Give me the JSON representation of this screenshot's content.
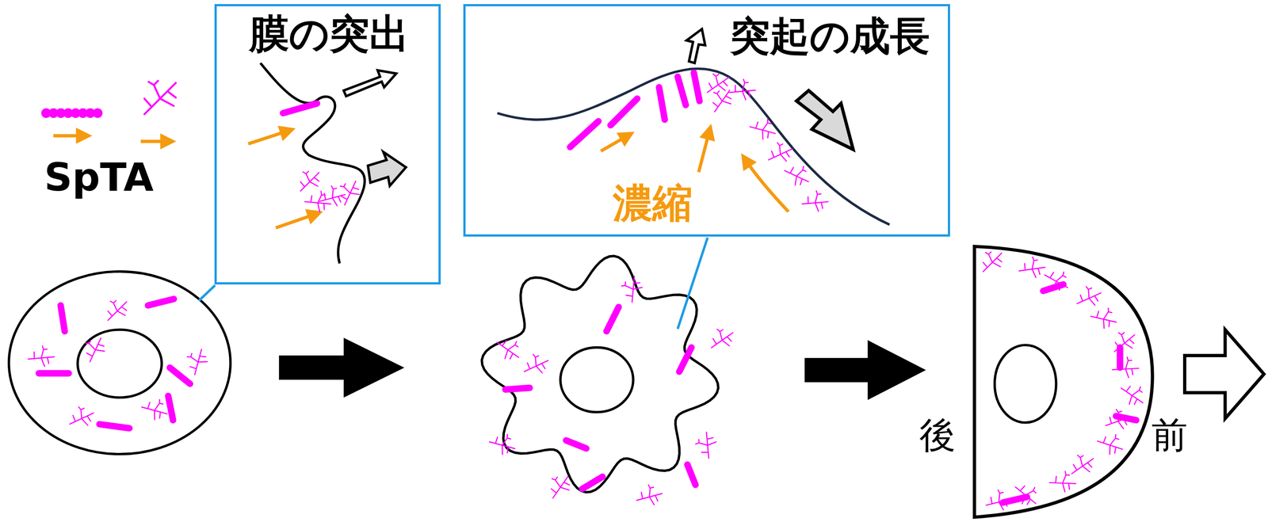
{
  "diagram": {
    "nodes": [
      {
        "text": [
          "膜の突出"
        ]
      },
      {
        "text": [
          "突起の成長",
          "濃縮"
        ]
      }
    ],
    "edges": [],
    "labels": [
      "SpTA",
      "後",
      "前"
    ]
  }
}
